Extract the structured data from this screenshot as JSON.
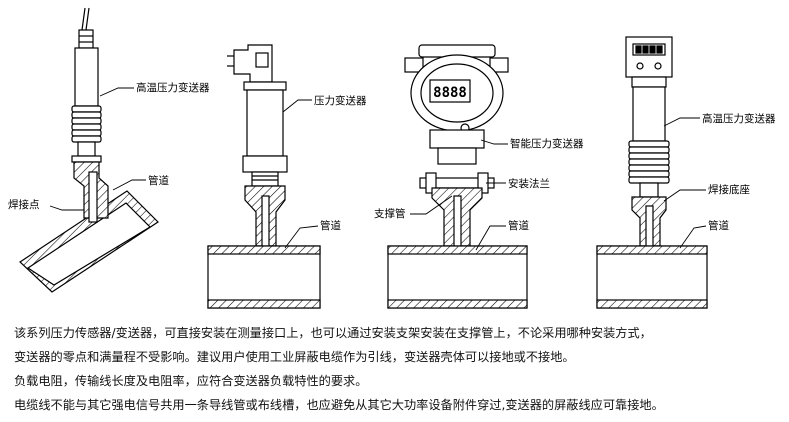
{
  "labels": {
    "sensor1_label": "高温压力变送器",
    "sensor1_pipe": "管道",
    "sensor1_weld": "焊接点",
    "sensor2_label": "压力变送器",
    "sensor2_pipe": "管道",
    "sensor3_label": "智能压力变送器",
    "sensor3_flange": "安装法兰",
    "sensor3_support": "支撑管",
    "sensor3_pipe": "管道",
    "sensor3_display": "8888",
    "sensor4_label": "高温压力变送器",
    "sensor4_base": "焊接底座",
    "sensor4_pipe": "管道"
  },
  "description": [
    "该系列压力传感器/变送器，可直接安装在测量接口上，也可以通过安装支架安装在支撑管上，不论采用哪种安装方式，",
    "变送器的零点和满量程不受影响。建议用户使用工业屏蔽电缆作为引线，变送器壳体可以接地或不接地。",
    "负载电阻，传输线长度及电阻率，应符合变送器负载特性的要求。",
    "电缆线不能与其它强电信号共用一条导线管或布线槽，也应避免从其它大功率设备附件穿过,变送器的屏蔽线应可靠接地。"
  ]
}
